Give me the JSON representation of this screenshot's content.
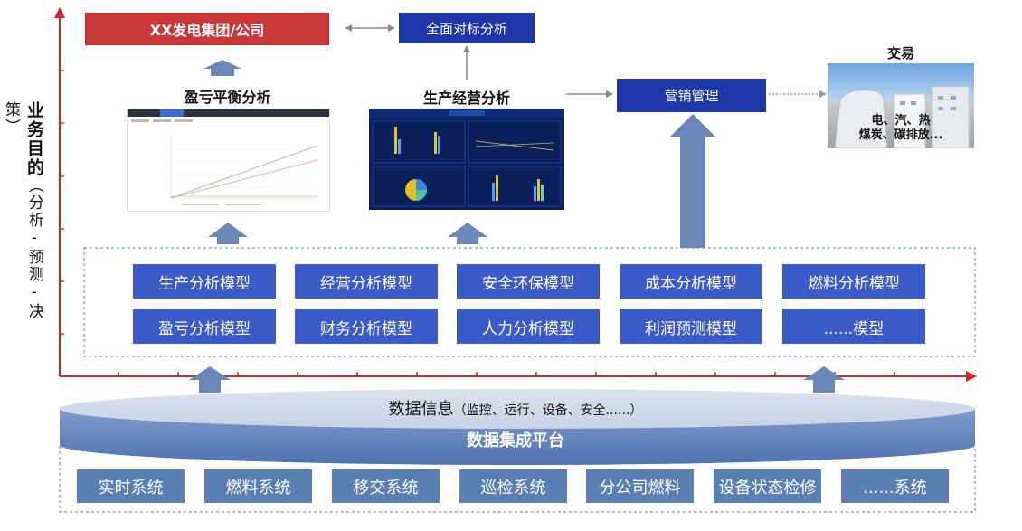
{
  "group_box": "XX发电集团/公司",
  "benchmark_box": "全面对标分析",
  "marketing_box": "营销管理",
  "trade": {
    "title": "交易",
    "line1": "电、汽、热",
    "line2": "煤炭、碳排放..."
  },
  "profit_title": "盈亏平衡分析",
  "production_title": "生产经营分析",
  "axis_label": {
    "bold": "业务目的",
    "normal": "（分析-预测-决策）"
  },
  "models": [
    [
      "生产分析模型",
      "经营分析模型",
      "安全环保模型",
      "成本分析模型",
      "燃料分析模型"
    ],
    [
      "盈亏分析模型",
      "财务分析模型",
      "人力分析模型",
      "利润预测模型",
      "......模型"
    ]
  ],
  "data_info": {
    "main": "数据信息",
    "sub": "（监控、运行、设备、安全......）"
  },
  "platform": "数据集成平台",
  "systems": [
    "实时系统",
    "燃料系统",
    "移交系统",
    "巡检系统",
    "分公司燃料",
    "设备状态检修",
    "......系统"
  ],
  "colors": {
    "red_box": "#c8373a",
    "blue_box": "#1d36a8",
    "model": "#3b5bc9",
    "system": "#5a7fb2",
    "axis": "#d62424"
  }
}
